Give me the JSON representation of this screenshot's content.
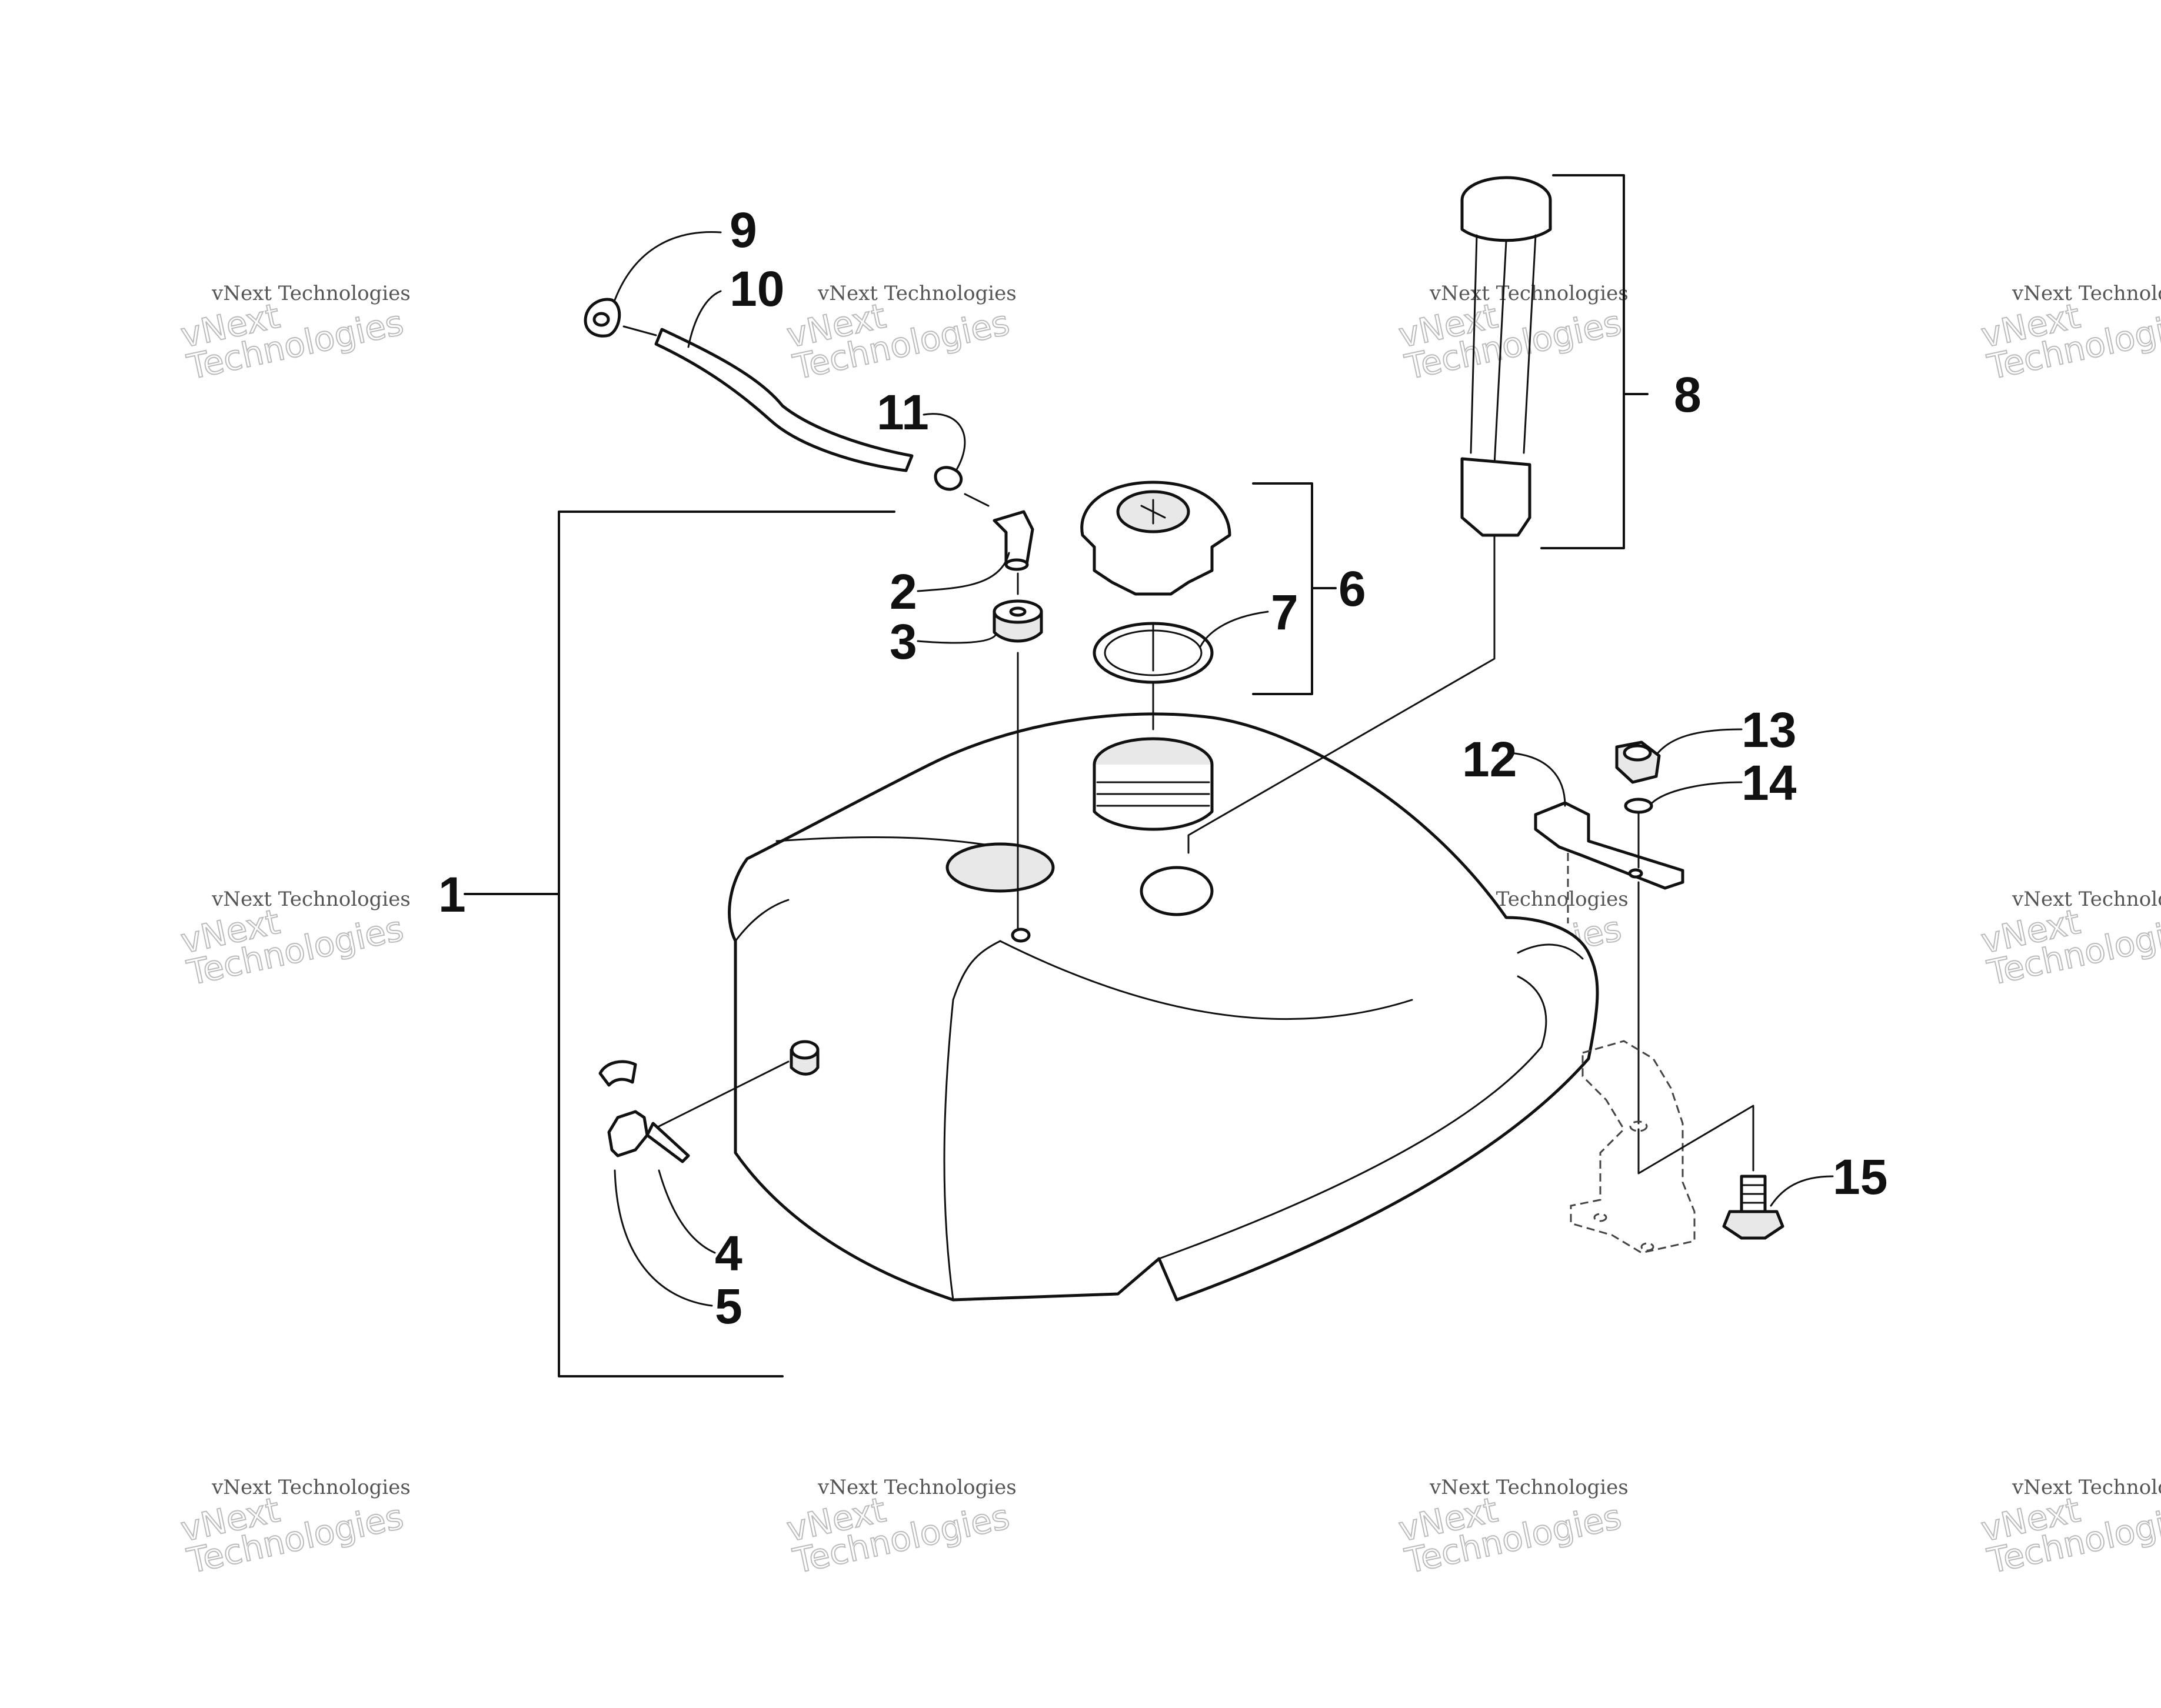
{
  "callouts": [
    "1",
    "2",
    "3",
    "4",
    "5",
    "6",
    "7",
    "8",
    "9",
    "10",
    "11",
    "12",
    "13",
    "14",
    "15"
  ],
  "watermark": {
    "line1": "vNext Technologies",
    "line2": "vNext\nTechnologies"
  },
  "colors": {
    "ink": "#111111",
    "background": "#ffffff",
    "watermark": "#bbbbbb"
  }
}
